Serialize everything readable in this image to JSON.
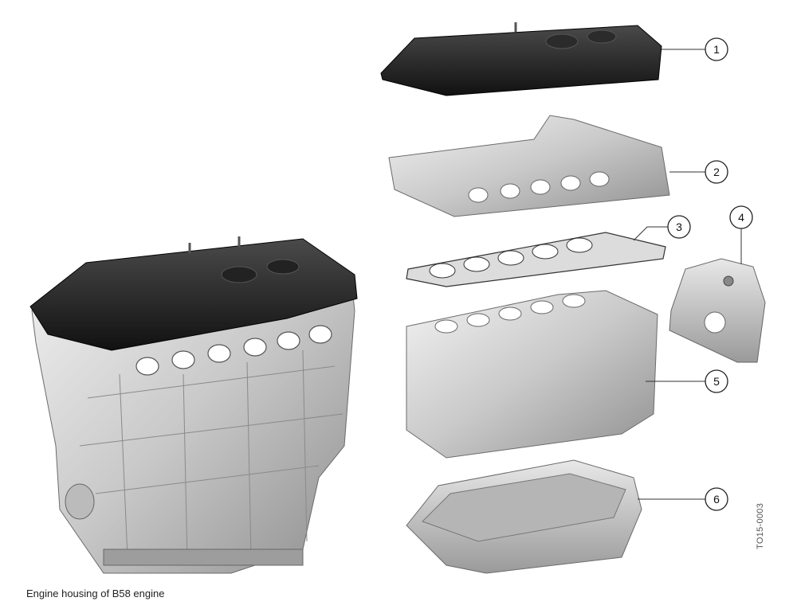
{
  "caption": "Engine housing of B58 engine",
  "figure_code": "TO15-0003",
  "callouts": [
    {
      "label": "1"
    },
    {
      "label": "2"
    },
    {
      "label": "3"
    },
    {
      "label": "4"
    },
    {
      "label": "5"
    },
    {
      "label": "6"
    }
  ]
}
